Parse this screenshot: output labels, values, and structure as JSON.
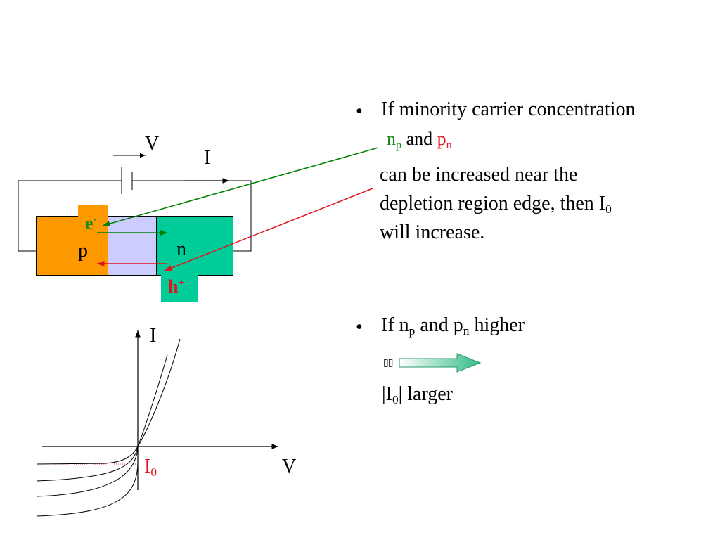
{
  "diagram": {
    "battery_label": "V",
    "current_label": "I",
    "p_label": "p",
    "n_label": "n",
    "electron": {
      "base": "e",
      "sup": "-"
    },
    "hole": {
      "base": "h",
      "sup": "+"
    },
    "colors": {
      "p_region": "#ff9900",
      "depletion": "#ccccff",
      "n_region": "#00cc99",
      "electron_arrow": "#008000",
      "hole_arrow": "#e0141e"
    }
  },
  "graph": {
    "y_axis_label": "I",
    "x_axis_label": "V",
    "i0": {
      "base": "I",
      "sub": "0"
    }
  },
  "bullet1": {
    "marker": "•",
    "line1": "If minority carrier concentration",
    "np": {
      "base": "n",
      "sub": "p"
    },
    "and": "and",
    "pn": {
      "base": "p",
      "sub": "n"
    },
    "line3": "can be increased near the",
    "line4_pre": "depletion region edge, then I",
    "line4_sub": "0",
    "line5": "will increase."
  },
  "bullet2": {
    "marker": "•",
    "pre": "If n",
    "sub1": "p",
    "mid": " and p",
    "sub2": "n",
    "post": " higher",
    "arrow_prefix": "▯▯",
    "result_pre": "|I",
    "result_sub": "0",
    "result_post": "| larger"
  }
}
